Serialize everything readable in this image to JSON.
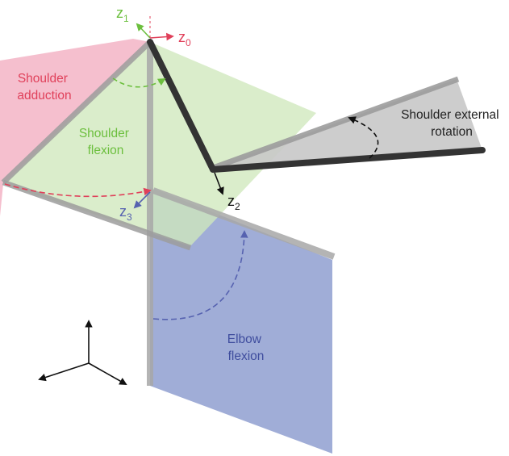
{
  "labels": {
    "z1": {
      "base": "z",
      "sub": "1"
    },
    "z0": {
      "base": "z",
      "sub": "0"
    },
    "z2": {
      "base": "z",
      "sub": "2"
    },
    "z3": {
      "base": "z",
      "sub": "3"
    },
    "shoulder_adduction": [
      "Shoulder",
      "adduction"
    ],
    "shoulder_flexion": [
      "Shoulder",
      "flexion"
    ],
    "shoulder_external_rotation": [
      "Shoulder external",
      "rotation"
    ],
    "elbow_flexion": [
      "Elbow",
      "flexion"
    ]
  },
  "colors": {
    "adduction_plane": "#f2a9bd",
    "flexion_plane": "#cfe8bd",
    "elbow_plane": "#8f9fd0",
    "rotation_plane": "#c4c4c4",
    "adduction_arrow": "#e0405a",
    "flexion_arrow": "#6cbf3e",
    "elbow_arrow": "#5662b0",
    "dark_segment": "#333333",
    "gray_segment": "#a8a8a8"
  }
}
